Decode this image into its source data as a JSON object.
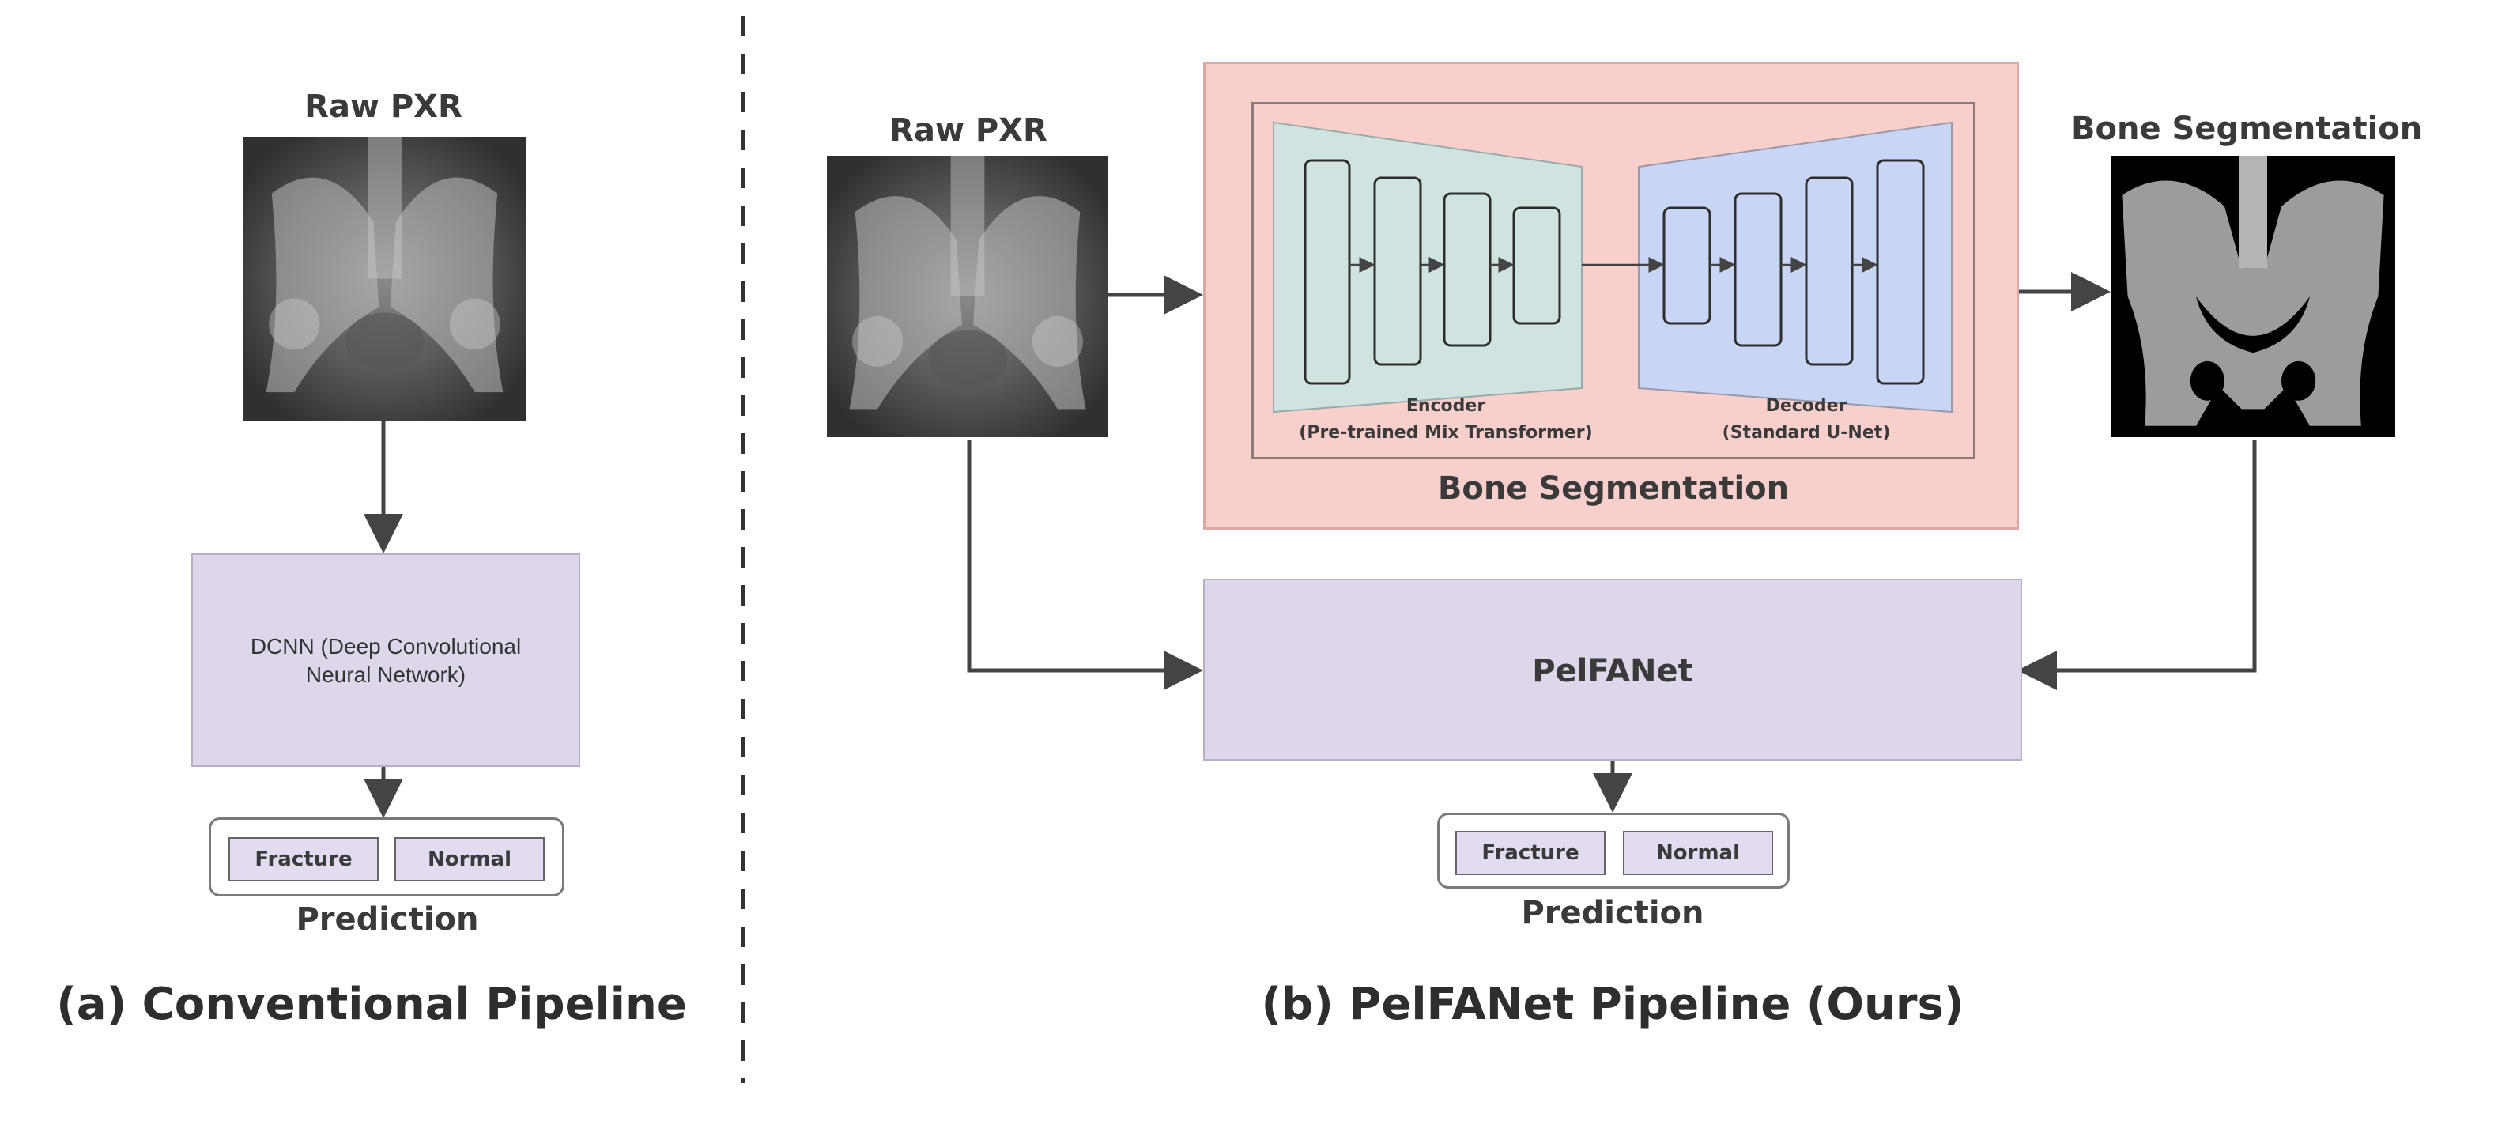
{
  "left_panel": {
    "input_title": "Raw PXR",
    "model_label": "DCNN (Deep Convolutional Neural Network)",
    "prediction": {
      "options": [
        "Fracture",
        "Normal"
      ],
      "label": "Prediction"
    },
    "caption": "(a) Conventional Pipeline"
  },
  "right_panel": {
    "input_title": "Raw PXR",
    "segmentation_output_title": "Bone Segmentation",
    "segmentation_block": {
      "title": "Bone Segmentation",
      "encoder": {
        "line1": "Encoder",
        "line2": "(Pre-trained Mix Transformer)"
      },
      "decoder": {
        "line1": "Decoder",
        "line2": "(Standard U-Net)"
      }
    },
    "model_label": "PelFANet",
    "prediction": {
      "options": [
        "Fracture",
        "Normal"
      ],
      "label": "Prediction"
    },
    "caption": "(b) PelFANet Pipeline (Ours)"
  },
  "colors": {
    "segmentation_bg": "#f9cfcb",
    "encoder_fill": "#cfe3e1",
    "decoder_fill": "#c8d5f4",
    "model_fill": "#ded7ea",
    "arrow": "#444444"
  }
}
